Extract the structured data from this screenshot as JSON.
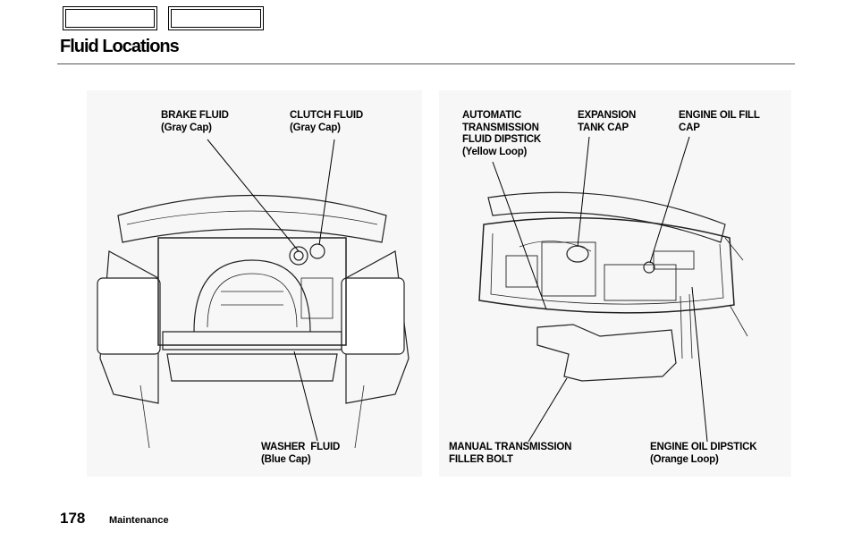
{
  "page": {
    "title": "Fluid Locations",
    "number": "178",
    "section": "Maintenance"
  },
  "left_figure": {
    "labels": {
      "brake_fluid": "BRAKE FLUID\n(Gray Cap)",
      "clutch_fluid": "CLUTCH FLUID\n(Gray Cap)",
      "washer_fluid": "WASHER  FLUID\n(Blue Cap)"
    }
  },
  "right_figure": {
    "labels": {
      "atf_dipstick": "AUTOMATIC\nTRANSMISSION\nFLUID DIPSTICK\n(Yellow Loop)",
      "expansion_tank": "EXPANSION\nTANK CAP",
      "oil_fill_cap": "ENGINE OIL FILL\nCAP",
      "manual_trans_bolt": "MANUAL TRANSMISSION\nFILLER BOLT",
      "oil_dipstick": "ENGINE OIL DIPSTICK\n(Orange Loop)"
    }
  }
}
